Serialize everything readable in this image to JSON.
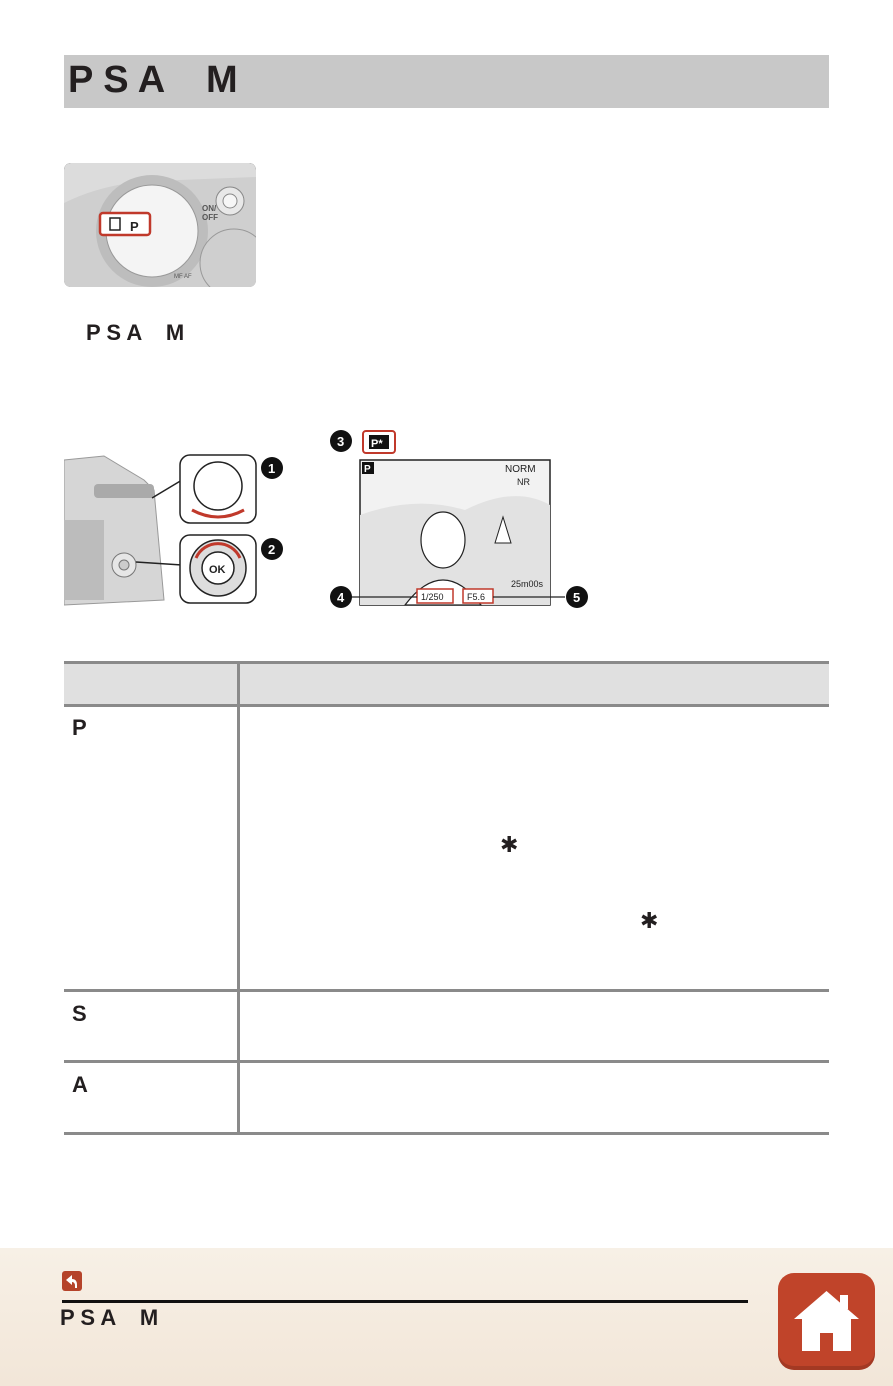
{
  "header": {
    "title": "P S A    M"
  },
  "intro": {
    "mode_line": "P S A    M"
  },
  "callouts": [
    "1",
    "2",
    "3",
    "4",
    "5"
  ],
  "screen": {
    "mode_badge": "P*",
    "mode_letter": "P",
    "quality": "NORM",
    "nr": "NR",
    "shutter": "1/250",
    "aperture": "F5.6",
    "remaining": "25m00s"
  },
  "table": {
    "rows": [
      {
        "mode": "P"
      },
      {
        "mode": "S"
      },
      {
        "mode": "A"
      }
    ]
  },
  "footer": {
    "section_title": "P S A    M"
  }
}
